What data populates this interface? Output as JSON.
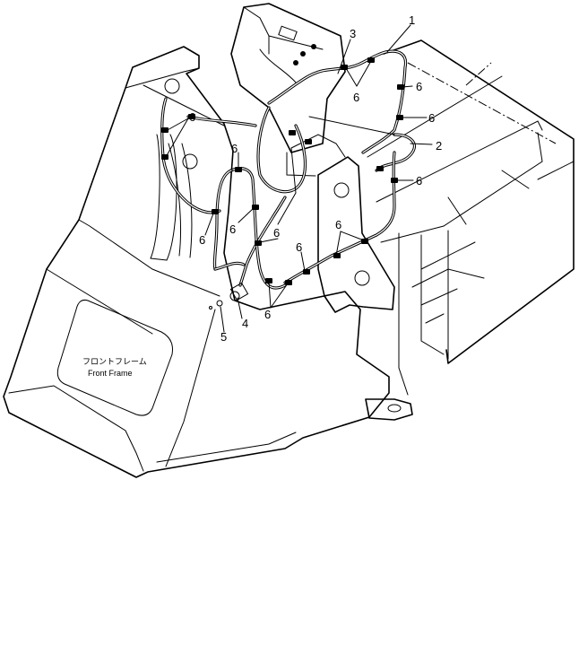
{
  "panel": {
    "label_jp": "フロントフレーム",
    "label_en": "Front Frame"
  },
  "callouts": {
    "part_1": "1",
    "part_2": "2",
    "part_3": "3",
    "part_4": "4",
    "part_5": "5",
    "clamp": "6"
  }
}
